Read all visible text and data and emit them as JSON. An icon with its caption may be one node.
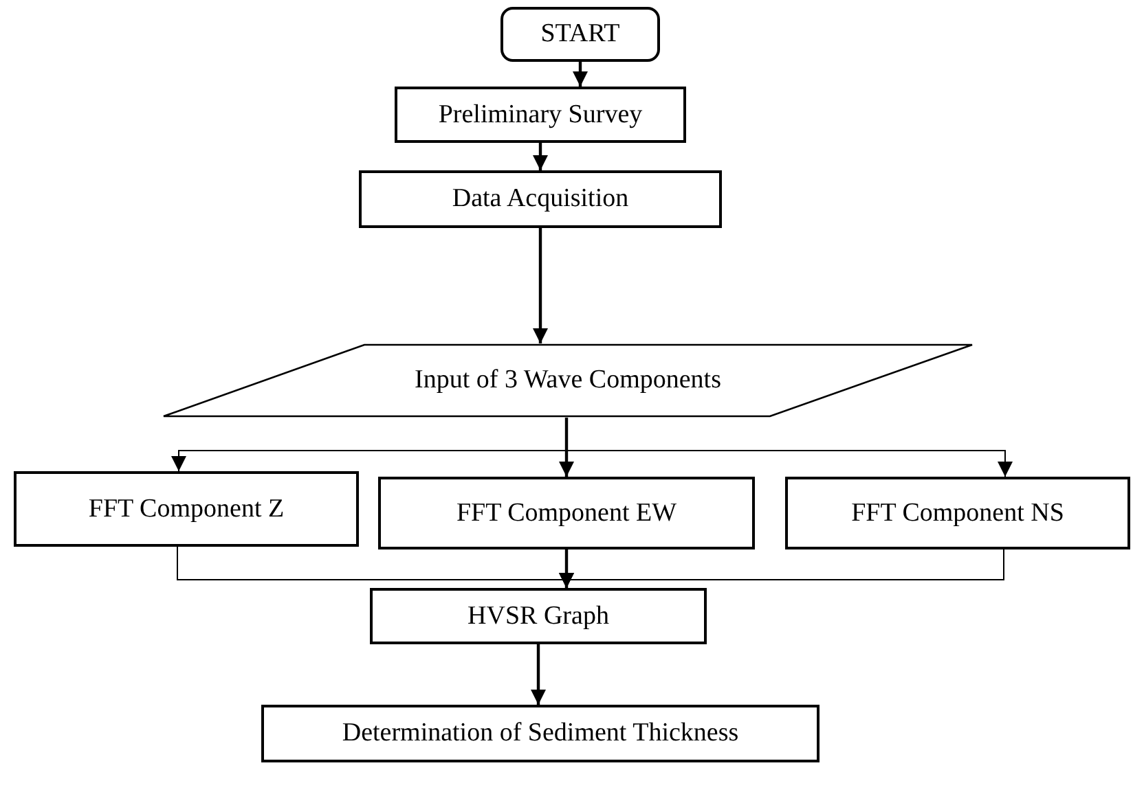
{
  "diagram": {
    "nodes": [
      {
        "text": [
          "START"
        ]
      },
      {
        "text": [
          "Preliminary Survey"
        ]
      },
      {
        "text": [
          "Data Acquisition"
        ]
      },
      {
        "text": [
          "Input of 3 Wave Components"
        ]
      },
      {
        "text": [
          "FFT Component Z"
        ]
      },
      {
        "text": [
          "FFT Component EW"
        ]
      },
      {
        "text": [
          "FFT Component NS"
        ]
      },
      {
        "text": [
          "HVSR Graph"
        ]
      },
      {
        "text": [
          "Determination of Sediment Thickness"
        ]
      }
    ],
    "edges": [
      {
        "from": 0,
        "to": 1,
        "arrow": "to"
      },
      {
        "from": 1,
        "to": 2,
        "arrow": "to"
      },
      {
        "from": 2,
        "to": 3,
        "arrow": "to"
      },
      {
        "from": 3,
        "to": 4,
        "arrow": "to"
      },
      {
        "from": 3,
        "to": 5,
        "arrow": "to"
      },
      {
        "from": 3,
        "to": 6,
        "arrow": "to"
      },
      {
        "from": 4,
        "to": 7,
        "arrow": "to"
      },
      {
        "from": 5,
        "to": 7,
        "arrow": "to"
      },
      {
        "from": 6,
        "to": 7,
        "arrow": "to"
      },
      {
        "from": 7,
        "to": 8,
        "arrow": "to"
      }
    ]
  }
}
